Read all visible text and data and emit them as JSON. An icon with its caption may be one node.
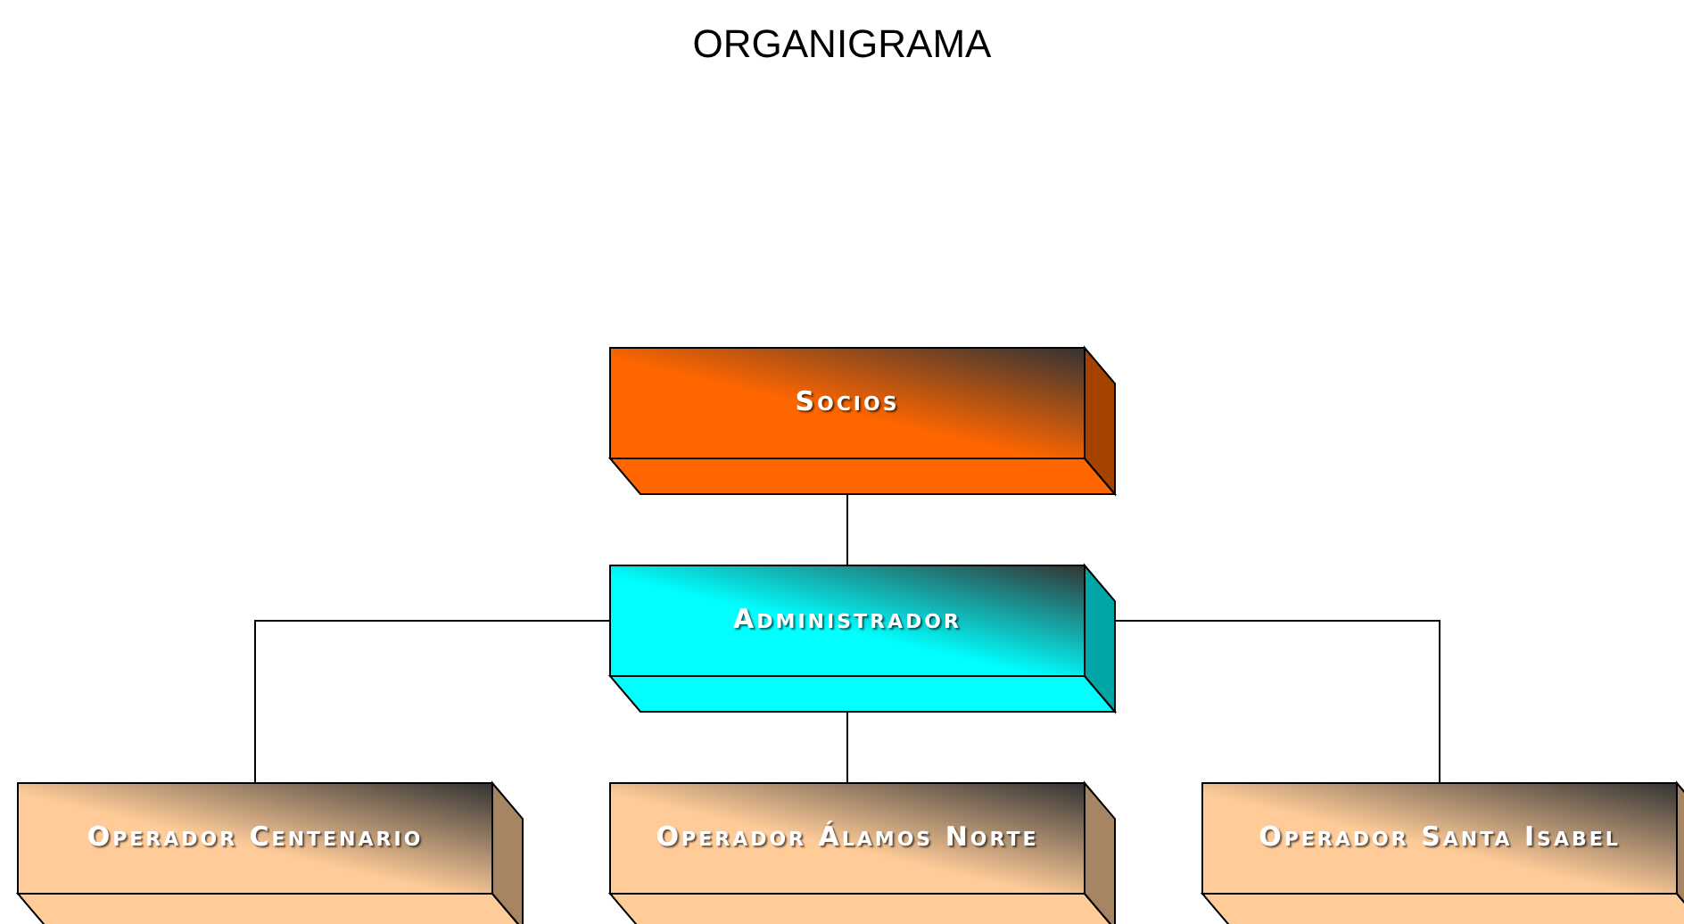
{
  "diagram": {
    "title": "ORGANIGRAMA",
    "nodes": [
      {
        "text": [
          "Socios"
        ]
      },
      {
        "text": [
          "Administrador"
        ]
      },
      {
        "text": [
          "Operador Centenario"
        ]
      },
      {
        "text": [
          "Operador Álamos Norte"
        ]
      },
      {
        "text": [
          "Operador Santa Isabel"
        ]
      }
    ],
    "edges": [
      {
        "from": 0,
        "to": 1,
        "arrow": "none"
      },
      {
        "from": 1,
        "to": 2,
        "arrow": "none"
      },
      {
        "from": 1,
        "to": 3,
        "arrow": "none"
      },
      {
        "from": 1,
        "to": 4,
        "arrow": "none"
      }
    ]
  }
}
